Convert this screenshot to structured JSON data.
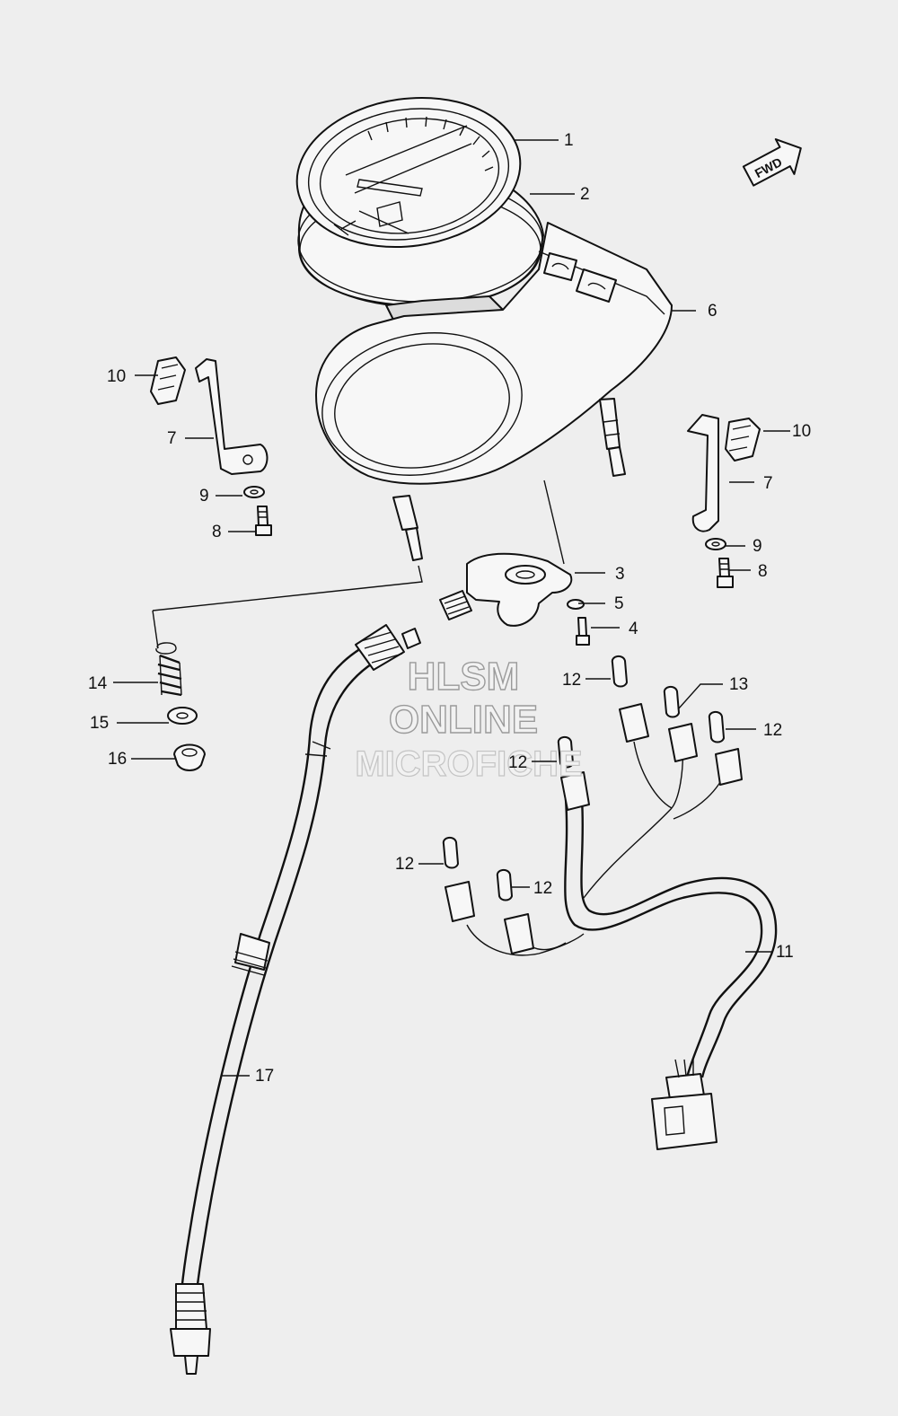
{
  "fwd_label": "FWD",
  "watermark": {
    "line1": "HLSM",
    "line2": "ONLINE",
    "line3": "MICROFICHE"
  },
  "callouts": [
    "1",
    "2",
    "6",
    "10",
    "7",
    "9",
    "8",
    "3",
    "5",
    "4",
    "10",
    "7",
    "9",
    "8",
    "14",
    "15",
    "16",
    "12",
    "13",
    "12",
    "12",
    "12",
    "12",
    "11",
    "17"
  ]
}
